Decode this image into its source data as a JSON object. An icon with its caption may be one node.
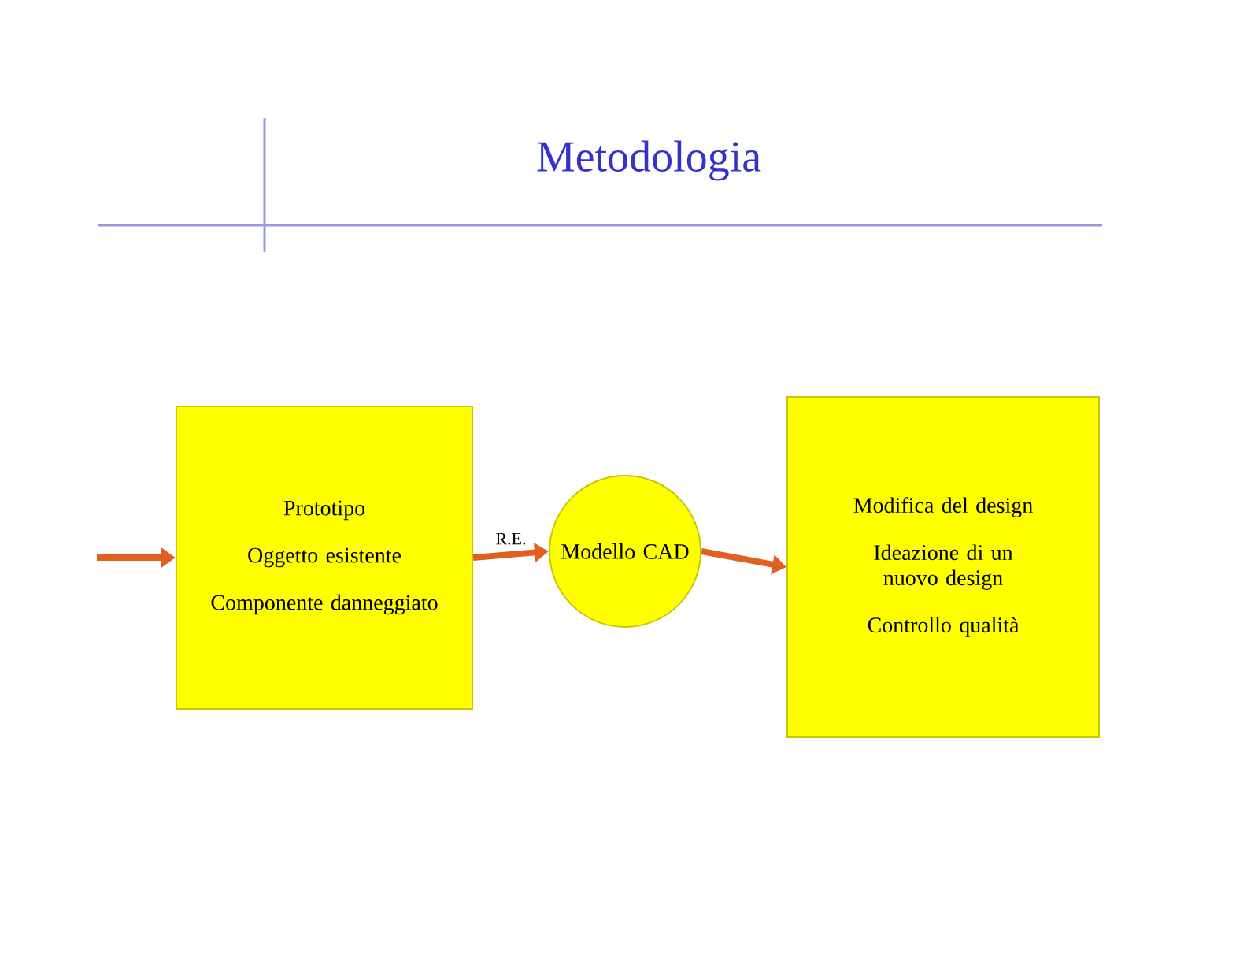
{
  "diagram": {
    "title": "Metodologia",
    "nodes": [
      {
        "text": [
          "Prototipo",
          "Oggetto esistente",
          "Componente danneggiato"
        ]
      },
      {
        "text": [
          "Modello CAD"
        ]
      },
      {
        "text": [
          "Modifica del design",
          "Ideazione di un nuovo design",
          "Controllo qualità"
        ]
      }
    ],
    "edges": [
      {
        "from": null,
        "to": 0,
        "arrow": "to"
      },
      {
        "from": 0,
        "to": 1,
        "arrow": "to",
        "label": "R.E."
      },
      {
        "from": 1,
        "to": 2,
        "arrow": "to"
      }
    ]
  }
}
